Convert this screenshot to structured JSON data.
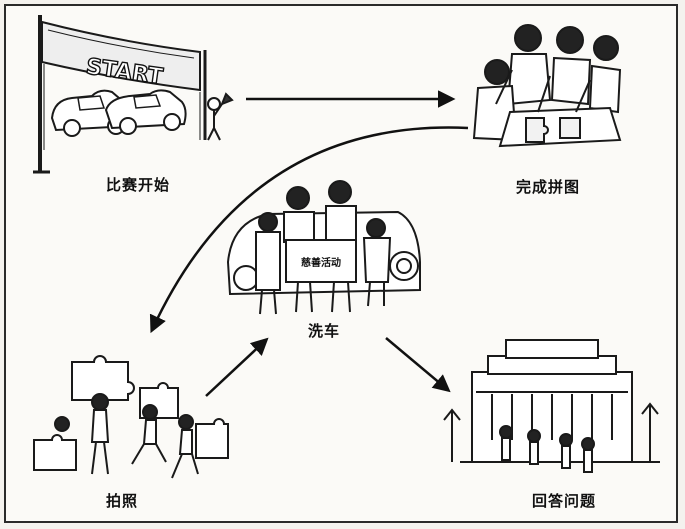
{
  "scenes": {
    "race_start": {
      "label": "比赛开始",
      "banner_text": "START"
    },
    "puzzle": {
      "label": "完成拼图"
    },
    "car_wash": {
      "label": "洗车",
      "sign_text": "慈善活动"
    },
    "photo": {
      "label": "拍照"
    },
    "quiz": {
      "label": "回答问题"
    }
  }
}
